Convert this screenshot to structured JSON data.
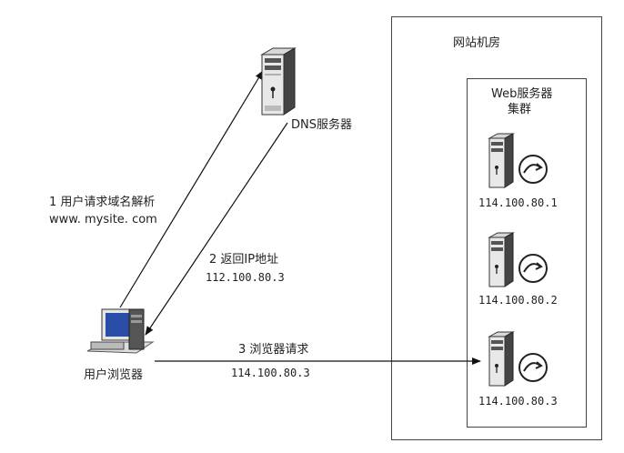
{
  "datacenter": {
    "title": "网站机房"
  },
  "cluster": {
    "title_line1": "Web服务器",
    "title_line2": "集群"
  },
  "dns": {
    "label": "DNS服务器"
  },
  "browser": {
    "label": "用户浏览器"
  },
  "steps": {
    "s1": {
      "label": "1 用户请求域名解析",
      "value": "www. mysite. com"
    },
    "s2": {
      "label": "2 返回IP地址",
      "value": "112.100.80.3"
    },
    "s3": {
      "label": "3 浏览器请求",
      "value": "114.100.80.3"
    }
  },
  "servers": [
    {
      "ip": "114.100.80.1"
    },
    {
      "ip": "114.100.80.2"
    },
    {
      "ip": "114.100.80.3"
    }
  ]
}
